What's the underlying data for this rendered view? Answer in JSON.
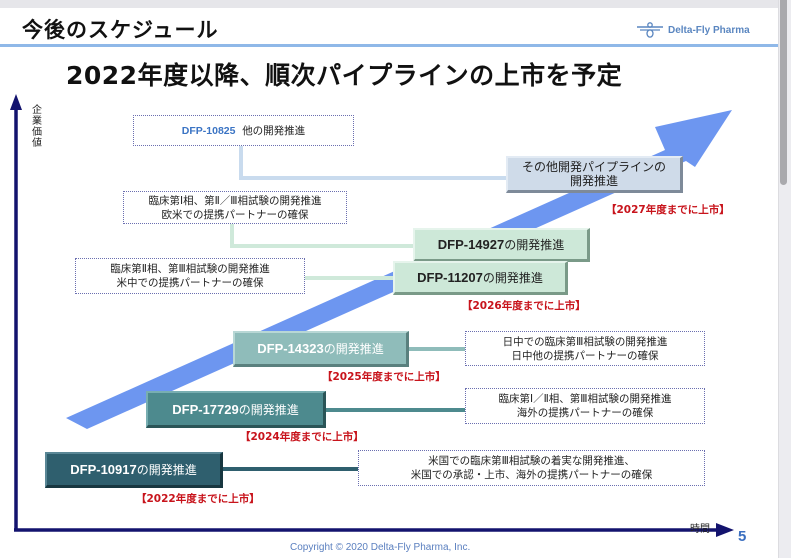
{
  "viewer": {
    "scrollbar": "vertical"
  },
  "header": {
    "title": "今後のスケジュール",
    "logo_text": "Delta-Fly Pharma",
    "logo_icon": "dragonfly-logo-icon",
    "rule_color": "#8fb8e8"
  },
  "main_title": "2022年度以降、順次パイプラインの上市を予定",
  "axes": {
    "y_label": "企業価値",
    "x_label": "時間",
    "axis_color": "#13136e"
  },
  "growth_arrow_color": "#6d96f0",
  "stages": [
    {
      "id": "other",
      "label_line1": "その他開発パイプラインの",
      "label_line2": "開発推進",
      "color": "#cfdbe9",
      "launch": "【2027年度までに上市】"
    },
    {
      "id": "dfp14927",
      "code": "DFP-14927",
      "suffix": "の開発推進",
      "color": "#cde8d8"
    },
    {
      "id": "dfp11207",
      "code": "DFP-11207",
      "suffix": "の開発推進",
      "color": "#cde8d8",
      "launch": "【2026年度までに上市】"
    },
    {
      "id": "dfp14323",
      "code": "DFP-14323",
      "suffix": "の開発推進",
      "color": "#8fbcba",
      "launch": "【2025年度までに上市】"
    },
    {
      "id": "dfp17729",
      "code": "DFP-17729",
      "suffix": "の開発推進",
      "color": "#4d8a8e",
      "launch": "【2024年度までに上市】"
    },
    {
      "id": "dfp10917",
      "code": "DFP-10917",
      "suffix": "の開発推進",
      "color": "#2f5f6e",
      "launch": "【2022年度までに上市】"
    }
  ],
  "notes": {
    "dfp10825": {
      "code": "DFP-10825",
      "text": "他の開発推進"
    },
    "dfp14927": {
      "line1": "臨床第Ⅰ相、第Ⅱ／Ⅲ相試験の開発推進",
      "line2": "欧米での提携パートナーの確保"
    },
    "dfp11207": {
      "line1": "臨床第Ⅱ相、第Ⅲ相試験の開発推進",
      "line2": "米中での提携パートナーの確保"
    },
    "dfp14323": {
      "line1": "日中での臨床第Ⅲ相試験の開発推進",
      "line2": "日中他の提携パートナーの確保"
    },
    "dfp17729": {
      "line1": "臨床第Ⅰ／Ⅱ相、第Ⅲ相試験の開発推進",
      "line2": "海外の提携パートナーの確保"
    },
    "dfp10917": {
      "line1": "米国での臨床第Ⅲ相試験の着実な開発推進、",
      "line2": "米国での承認・上市、海外の提携パートナーの確保"
    }
  },
  "footer": {
    "page_number": "5",
    "copyright": "Copyright © 2020  Delta-Fly Pharma, Inc."
  }
}
